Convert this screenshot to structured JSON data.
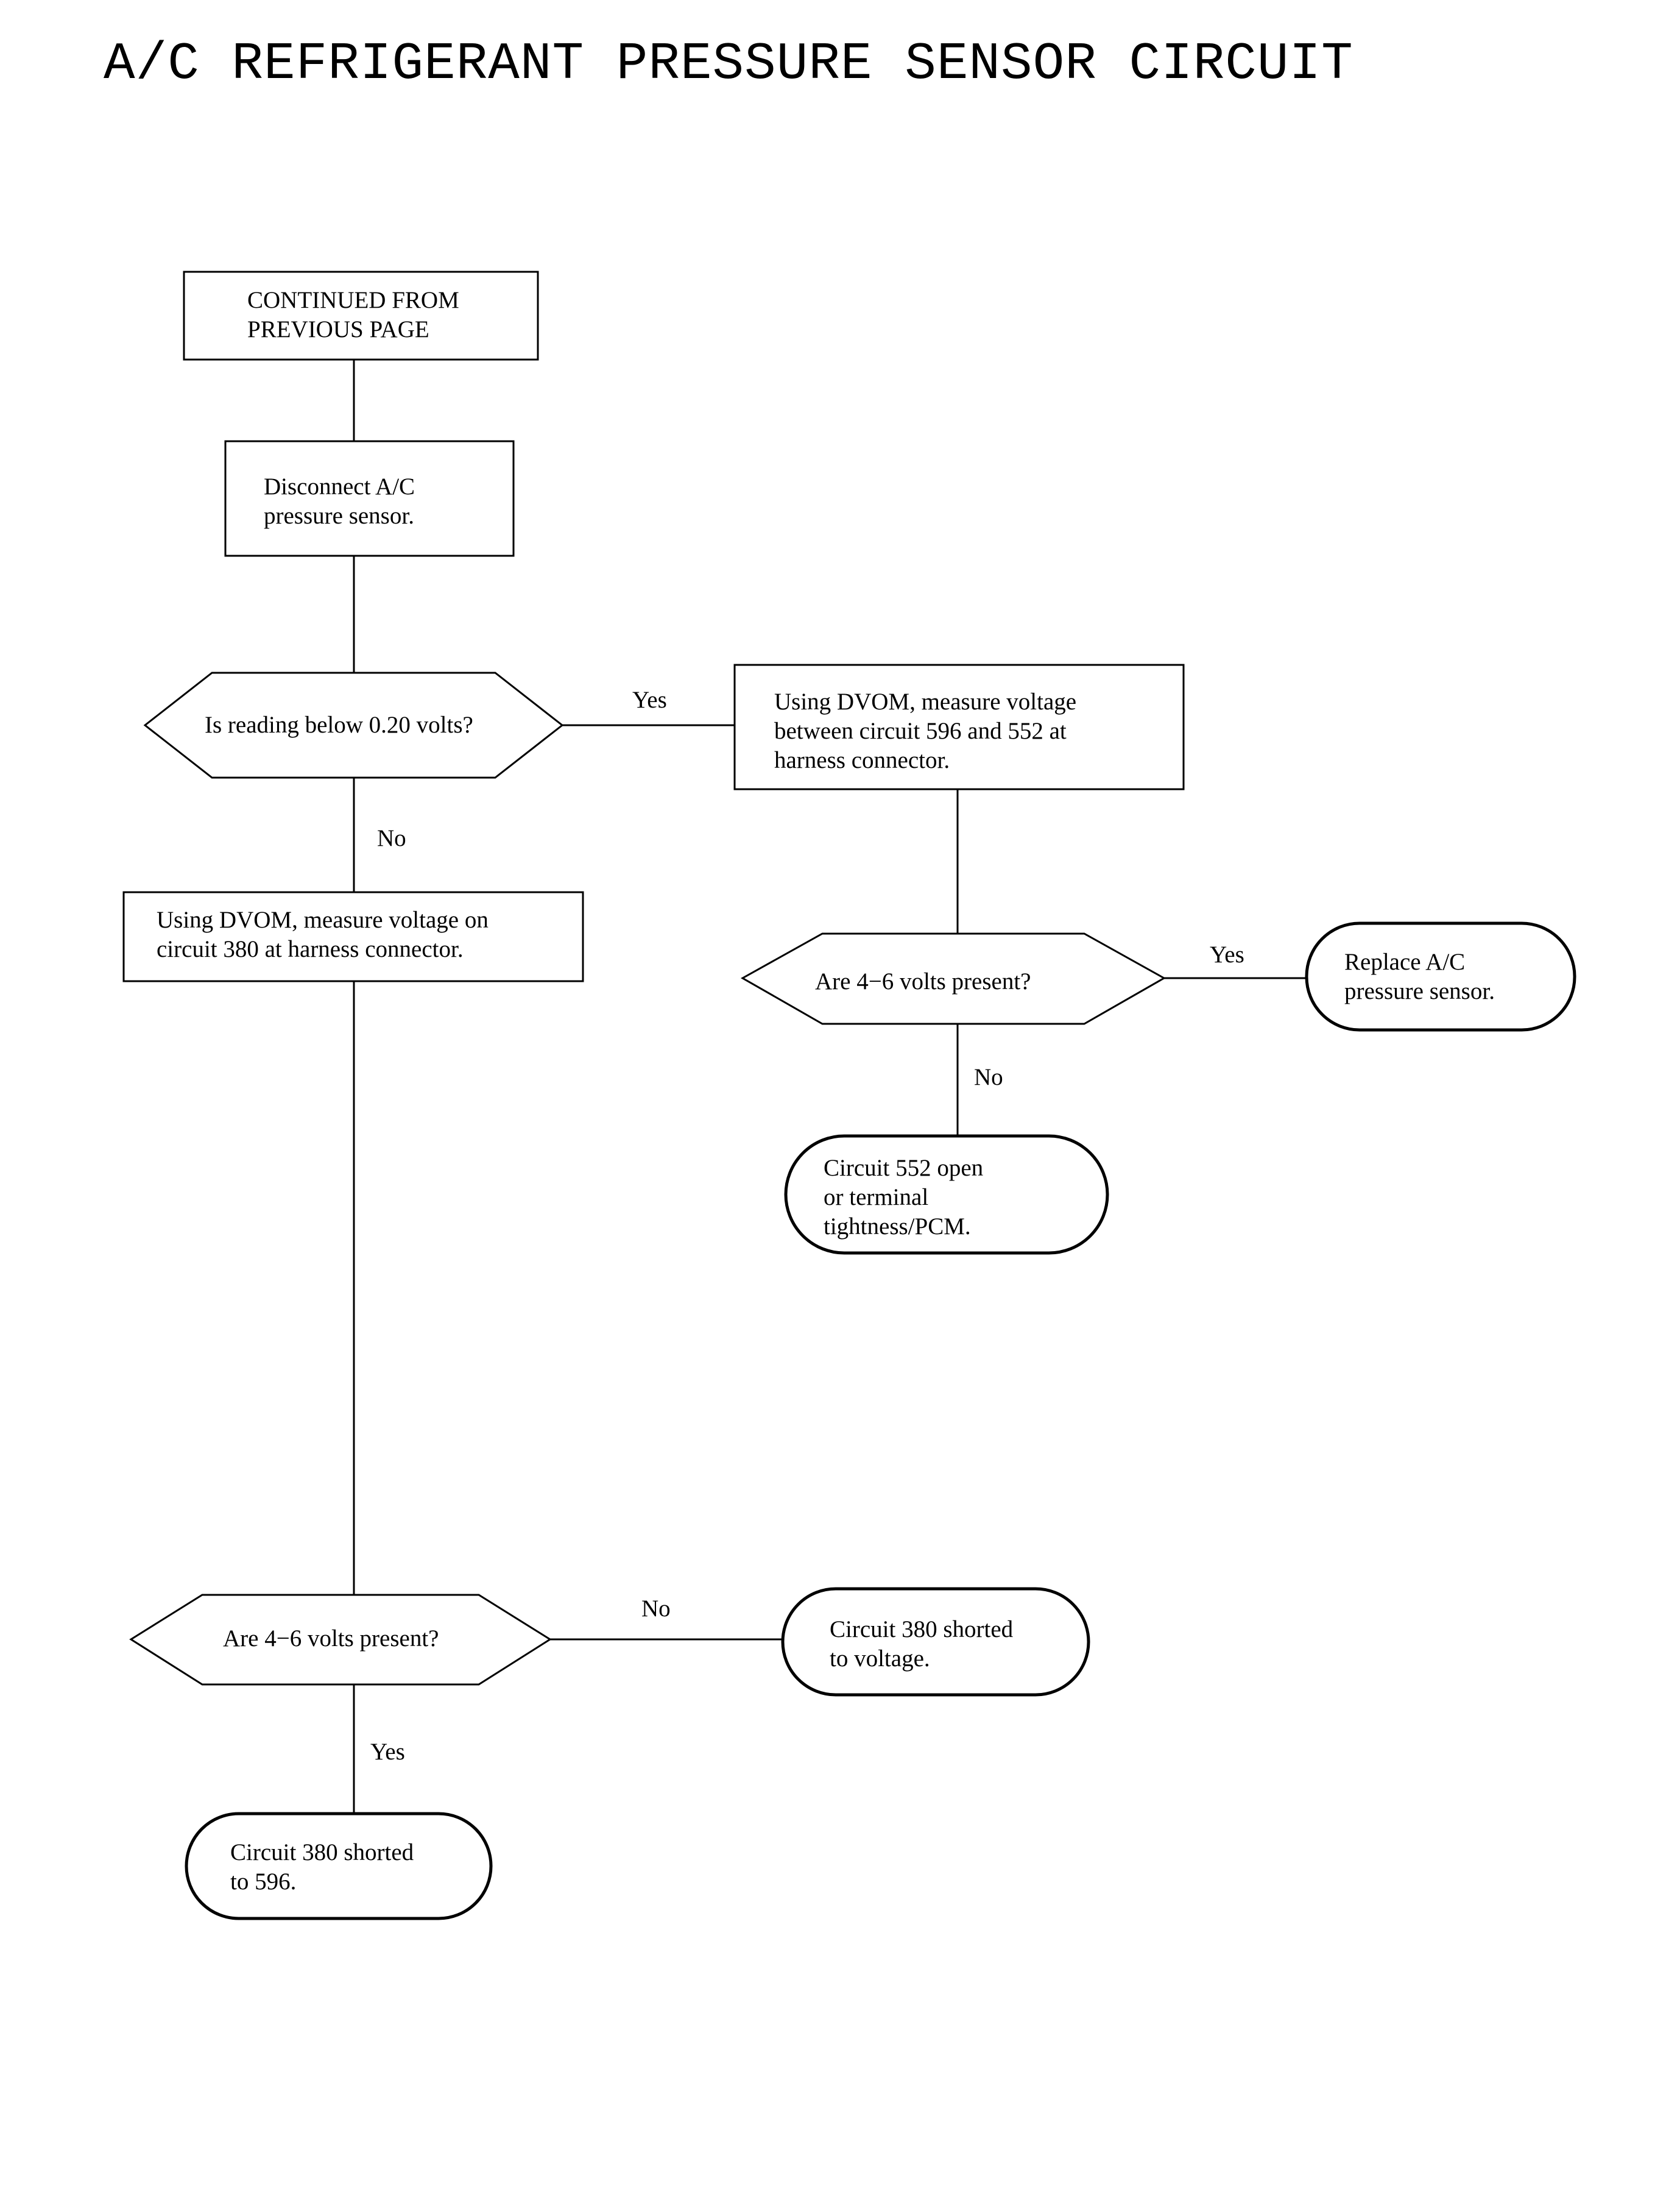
{
  "page": {
    "title": "A/C REFRIGERANT PRESSURE SENSOR CIRCUIT"
  },
  "flowchart": {
    "nodes": {
      "start": {
        "shape": "rectangle",
        "text": "CONTINUED FROM\nPREVIOUS PAGE"
      },
      "disconnect": {
        "shape": "rectangle",
        "text": "Disconnect A/C\npressure sensor."
      },
      "decision_reading": {
        "shape": "hexagon",
        "text": "Is reading below 0.20 volts?"
      },
      "measure_596_552": {
        "shape": "rectangle",
        "text": "Using DVOM, measure voltage\nbetween circuit 596 and 552 at\nharness connector."
      },
      "measure_380": {
        "shape": "rectangle",
        "text": "Using DVOM, measure voltage on\ncircuit 380 at harness connector."
      },
      "decision_volts_right": {
        "shape": "hexagon",
        "text": "Are 4−6 volts present?"
      },
      "replace_sensor": {
        "shape": "terminal",
        "text": "Replace A/C\npressure sensor."
      },
      "circuit_552_open": {
        "shape": "terminal",
        "text": "Circuit 552 open\nor terminal\ntightness/PCM."
      },
      "decision_volts_left": {
        "shape": "hexagon",
        "text": "Are 4−6 volts present?"
      },
      "shorted_voltage": {
        "shape": "terminal",
        "text": "Circuit 380 shorted\nto voltage."
      },
      "shorted_596": {
        "shape": "terminal",
        "text": "Circuit 380 shorted\nto 596."
      }
    },
    "edges": [
      {
        "from": "start",
        "to": "disconnect",
        "label": ""
      },
      {
        "from": "disconnect",
        "to": "decision_reading",
        "label": ""
      },
      {
        "from": "decision_reading",
        "to": "measure_596_552",
        "label": "Yes"
      },
      {
        "from": "decision_reading",
        "to": "measure_380",
        "label": "No"
      },
      {
        "from": "measure_596_552",
        "to": "decision_volts_right",
        "label": ""
      },
      {
        "from": "decision_volts_right",
        "to": "replace_sensor",
        "label": "Yes"
      },
      {
        "from": "decision_volts_right",
        "to": "circuit_552_open",
        "label": "No"
      },
      {
        "from": "measure_380",
        "to": "decision_volts_left",
        "label": ""
      },
      {
        "from": "decision_volts_left",
        "to": "shorted_voltage",
        "label": "No"
      },
      {
        "from": "decision_volts_left",
        "to": "shorted_596",
        "label": "Yes"
      }
    ]
  }
}
